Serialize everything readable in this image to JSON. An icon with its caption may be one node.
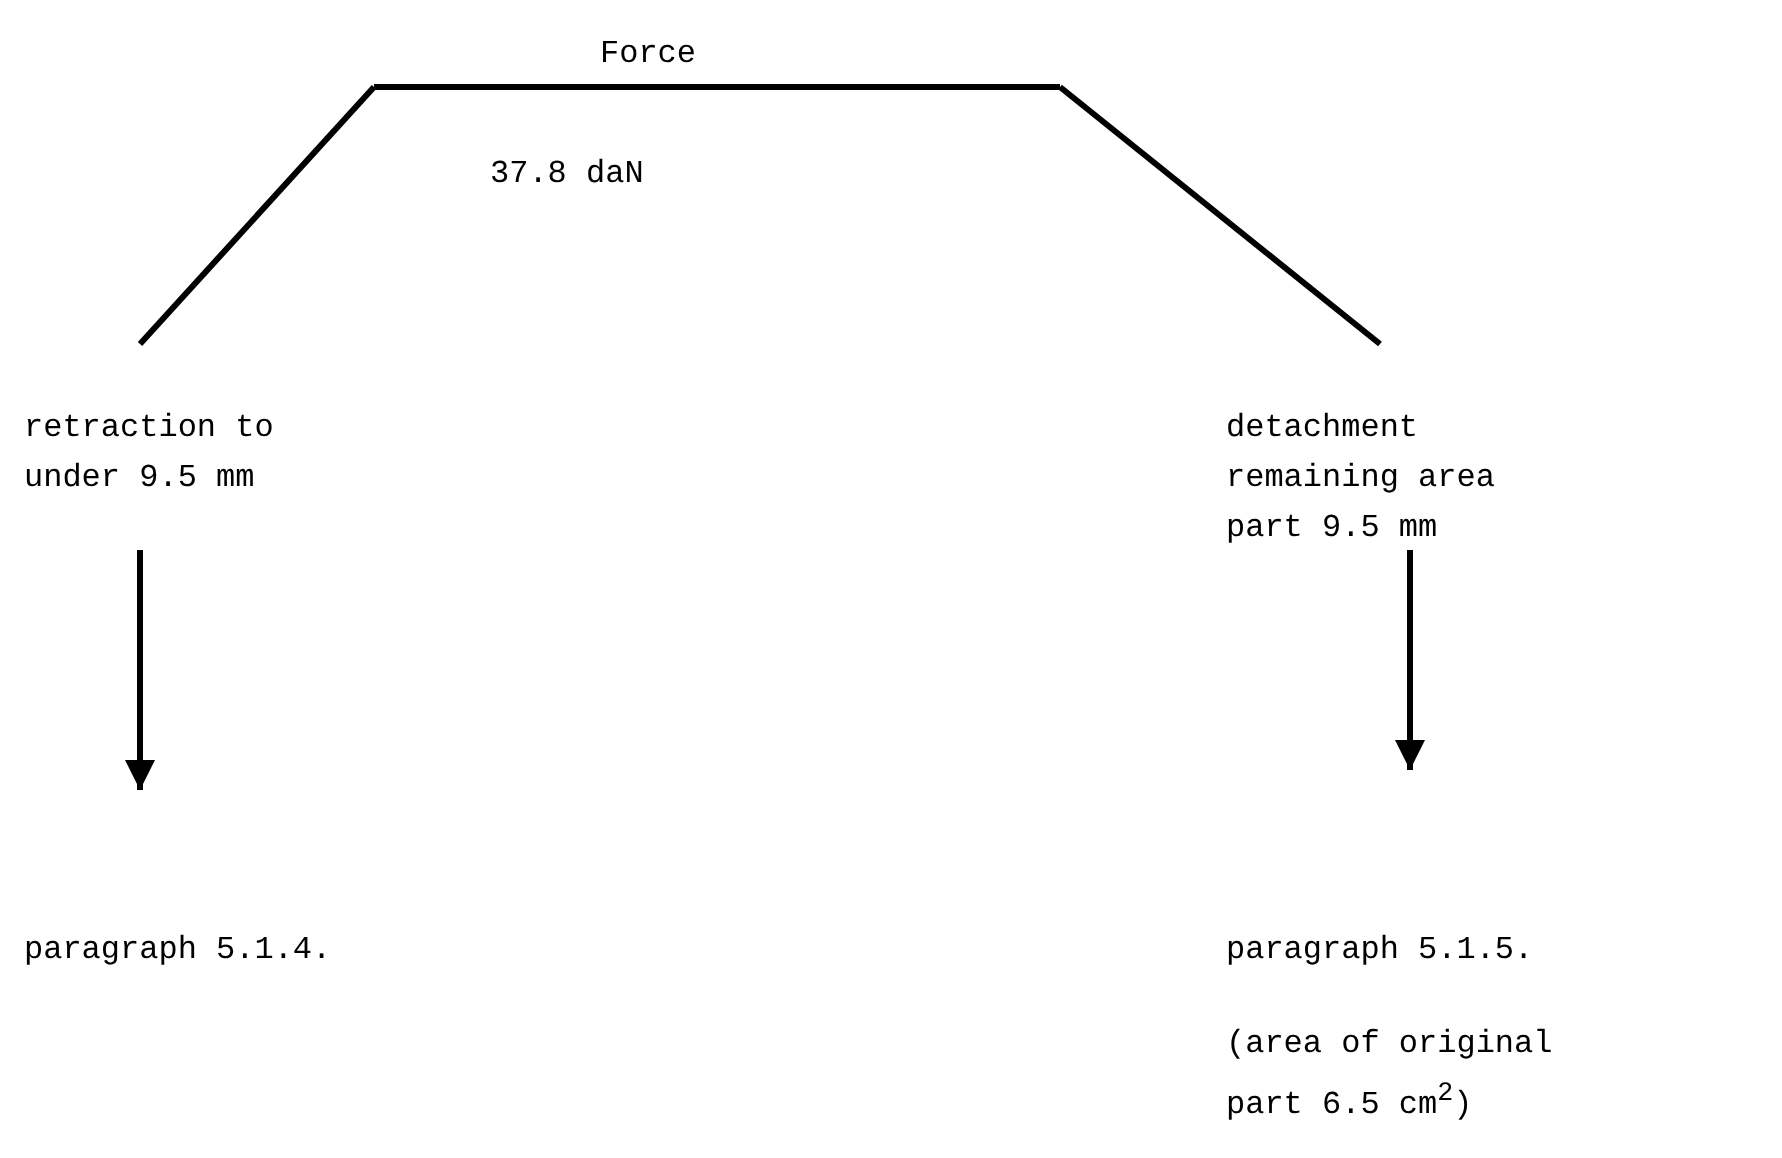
{
  "diagram": {
    "nodes": [
      {
        "text": [
          "Force"
        ],
        "beside": [
          "37.8 daN"
        ]
      },
      {
        "text": [
          "retraction to under 9.5 mm"
        ]
      },
      {
        "text": [
          "detachment remaining area part 9.5 mm"
        ]
      },
      {
        "text": [
          "paragraph 5.1.4."
        ]
      },
      {
        "text": [
          "paragraph 5.1.5."
        ],
        "beside": [
          "(area of original part 6.5 cm$^{2}$)"
        ]
      }
    ],
    "edges": [
      {
        "from": 0,
        "to": 1,
        "arrow": "none"
      },
      {
        "from": 0,
        "to": 2,
        "arrow": "none"
      },
      {
        "from": 1,
        "to": 3,
        "arrow": "to"
      },
      {
        "from": 2,
        "to": 4,
        "arrow": "to"
      }
    ]
  }
}
